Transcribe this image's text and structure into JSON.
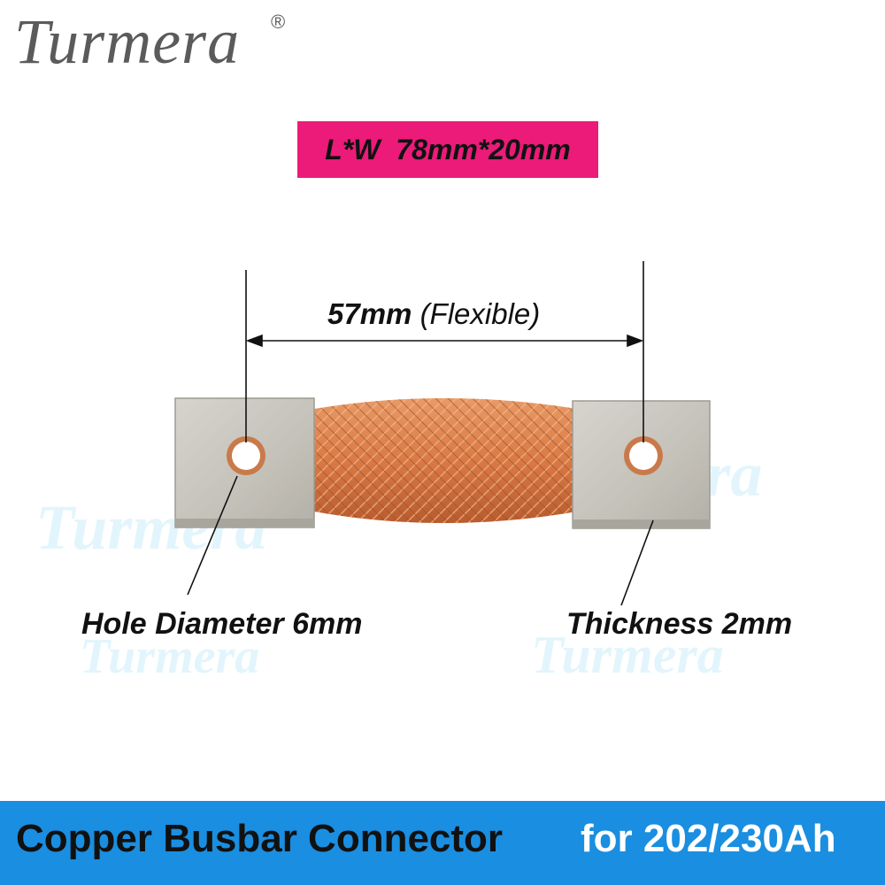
{
  "brand": {
    "logo_text": "Turmera",
    "registered_mark": "®",
    "watermark_text": "Turmera"
  },
  "dimensions": {
    "overall": "L*W  78mm*20mm",
    "span_value": "57mm",
    "span_note": "(Flexible)",
    "hole": "Hole Diameter 6mm",
    "thickness": "Thickness 2mm"
  },
  "banner": {
    "title": "Copper Busbar Connector",
    "subtitle": "for 202/230Ah"
  },
  "colors": {
    "badge": "#ec1a78",
    "banner": "#1a8ee0",
    "copper": "#d9804d",
    "terminal": "#c9c7c0"
  }
}
